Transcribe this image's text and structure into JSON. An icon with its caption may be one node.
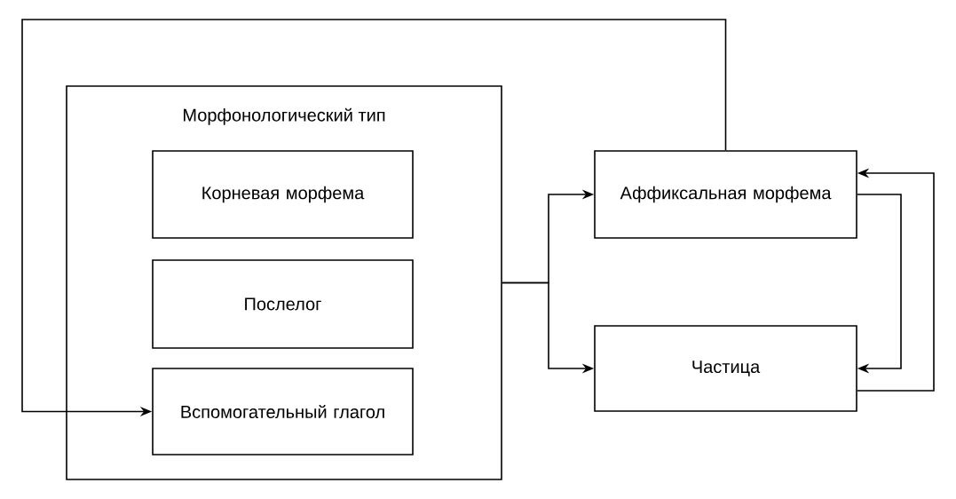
{
  "diagram": {
    "nodes": [
      {
        "text": [
          "Морфонологический тип"
        ]
      },
      {
        "text": [
          "Корневая морфема"
        ],
        "in": 0
      },
      {
        "text": [
          "Послелог"
        ],
        "in": 0
      },
      {
        "text": [
          "Вспомогательный глагол"
        ],
        "in": 0
      },
      {
        "text": [
          "Аффиксальная морфема"
        ]
      },
      {
        "text": [
          "Частица"
        ]
      }
    ],
    "edges": [
      {
        "from": 0,
        "to": 4,
        "arrow": "to"
      },
      {
        "from": 0,
        "to": 5,
        "arrow": "to"
      },
      {
        "from": 4,
        "to": 3,
        "arrow": "to"
      },
      {
        "from": 4,
        "to": 5,
        "arrow": "to"
      },
      {
        "from": 5,
        "to": 4,
        "arrow": "to"
      }
    ]
  }
}
